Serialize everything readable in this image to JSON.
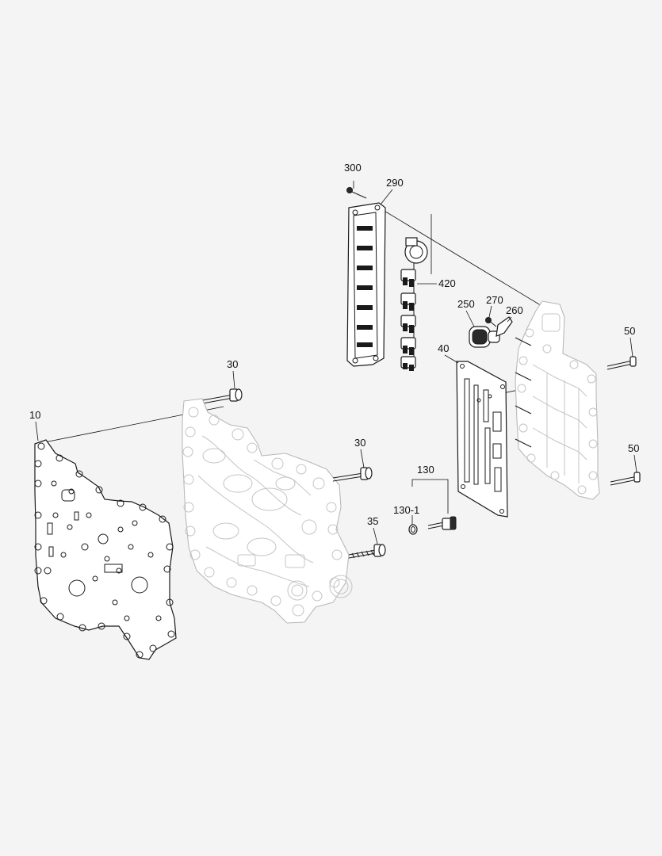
{
  "callouts": {
    "c300": "300",
    "c290": "290",
    "c420": "420",
    "c250": "250",
    "c270": "270",
    "c260": "260",
    "c40": "40",
    "c50a": "50",
    "c50b": "50",
    "c30a": "30",
    "c30b": "30",
    "c10": "10",
    "c130": "130",
    "c130_1": "130-1",
    "c35": "35"
  },
  "colors": {
    "background": "#f4f4f4",
    "line_art": "#1a1a1a",
    "ghost_parts": "#b9b9b9"
  }
}
